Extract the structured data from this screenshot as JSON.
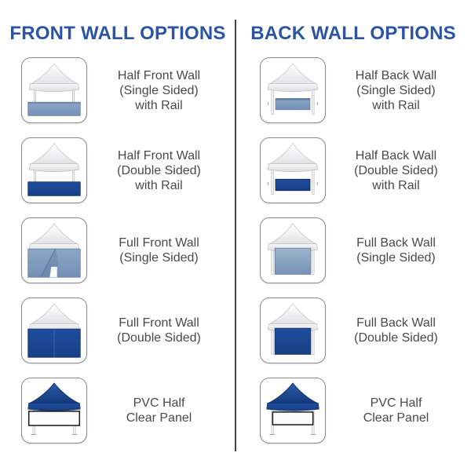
{
  "colors": {
    "header_blue": "#2b55a4",
    "label_gray": "#4a4a4a",
    "steel_blue": "#7a97ba",
    "navy_blue": "#1c4b96",
    "tile_border": "#8a8a8a",
    "divider": "#454545",
    "background": "#ffffff"
  },
  "columns": [
    {
      "title": "FRONT WALL OPTIONS",
      "items": [
        {
          "label": "Half Front Wall\n(Single Sided)\nwith Rail",
          "icon": "tent-half-front-wall-single-icon"
        },
        {
          "label": "Half Front Wall\n(Double Sided)\nwith Rail",
          "icon": "tent-half-front-wall-double-icon"
        },
        {
          "label": "Full Front Wall\n(Single Sided)",
          "icon": "tent-full-front-wall-single-icon"
        },
        {
          "label": "Full Front Wall\n(Double Sided)",
          "icon": "tent-full-front-wall-double-icon"
        },
        {
          "label": "PVC Half\nClear Panel",
          "icon": "tent-pvc-half-clear-panel-icon"
        }
      ]
    },
    {
      "title": "BACK WALL OPTIONS",
      "items": [
        {
          "label": "Half Back Wall\n(Single Sided)\nwith Rail",
          "icon": "tent-half-back-wall-single-icon"
        },
        {
          "label": "Half Back Wall\n(Double Sided)\nwith Rail",
          "icon": "tent-half-back-wall-double-icon"
        },
        {
          "label": "Full Back Wall\n(Single Sided)",
          "icon": "tent-full-back-wall-single-icon"
        },
        {
          "label": "Full Back Wall\n(Double Sided)",
          "icon": "tent-full-back-wall-double-icon"
        },
        {
          "label": "PVC Half\nClear Panel",
          "icon": "tent-pvc-half-clear-panel-icon"
        }
      ]
    }
  ]
}
